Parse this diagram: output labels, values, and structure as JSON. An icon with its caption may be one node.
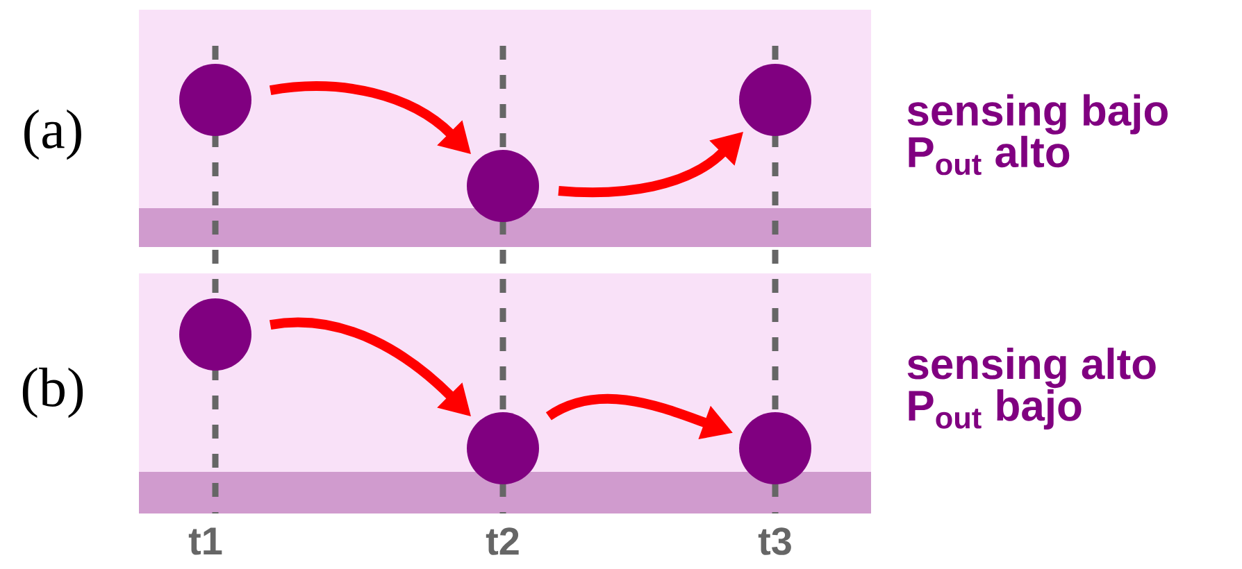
{
  "diagram": {
    "nodes": [
      {
        "text": [],
        "shape": "circle"
      },
      {
        "text": [],
        "shape": "circle"
      },
      {
        "text": [],
        "shape": "circle"
      },
      {
        "text": [],
        "shape": "circle"
      },
      {
        "text": [],
        "shape": "circle"
      },
      {
        "text": [],
        "shape": "circle"
      }
    ],
    "edges": [
      {
        "from": 0,
        "to": 1,
        "arrow": "to"
      },
      {
        "from": 1,
        "to": 2,
        "arrow": "to"
      },
      {
        "from": 3,
        "to": 4,
        "arrow": "to"
      },
      {
        "from": 4,
        "to": 5,
        "arrow": "to"
      }
    ],
    "labels": [
      "(a)",
      "sensing bajo P$_{out}$ alto",
      "(b)",
      "sensing alto P$_{out}$ bajo",
      "t1",
      "t2",
      "t3"
    ]
  }
}
